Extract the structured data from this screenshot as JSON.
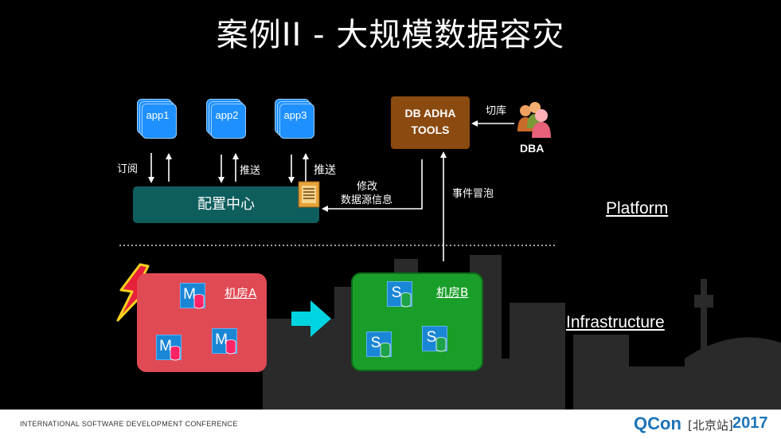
{
  "title": "案例II - 大规模数据容灾",
  "apps": [
    {
      "label": "app1"
    },
    {
      "label": "app2"
    },
    {
      "label": "app3"
    }
  ],
  "arrow_labels": {
    "subscribe": "订阅",
    "push1": "推送",
    "push2": "推送",
    "modify_line1": "修改",
    "modify_line2": "数据源信息",
    "event_bubble": "事件冒泡",
    "switch_db": "切库"
  },
  "config_center": "配置中心",
  "tools": {
    "line1": "DB ADHA",
    "line2": "TOOLS"
  },
  "dba": "DBA",
  "layers": {
    "platform": "Platform",
    "infrastructure": "Infrastructure"
  },
  "rooms": {
    "a": {
      "label": "机房A",
      "node_letter": "M"
    },
    "b": {
      "label": "机房B",
      "node_letter": "S"
    }
  },
  "footer": {
    "conference": "INTERNATIONAL SOFTWARE DEVELOPMENT CONFERENCE",
    "brand": "QCon",
    "edition": "[北京站]",
    "year": "2017"
  },
  "colors": {
    "app": "#1e90ff",
    "config_center": "#0f5e5e",
    "tools": "#8b4a0f",
    "room_a": "#e04a55",
    "room_b": "#1a9e2a",
    "failover_arrow": "#00d4e0",
    "brand": "#1c74b8"
  }
}
